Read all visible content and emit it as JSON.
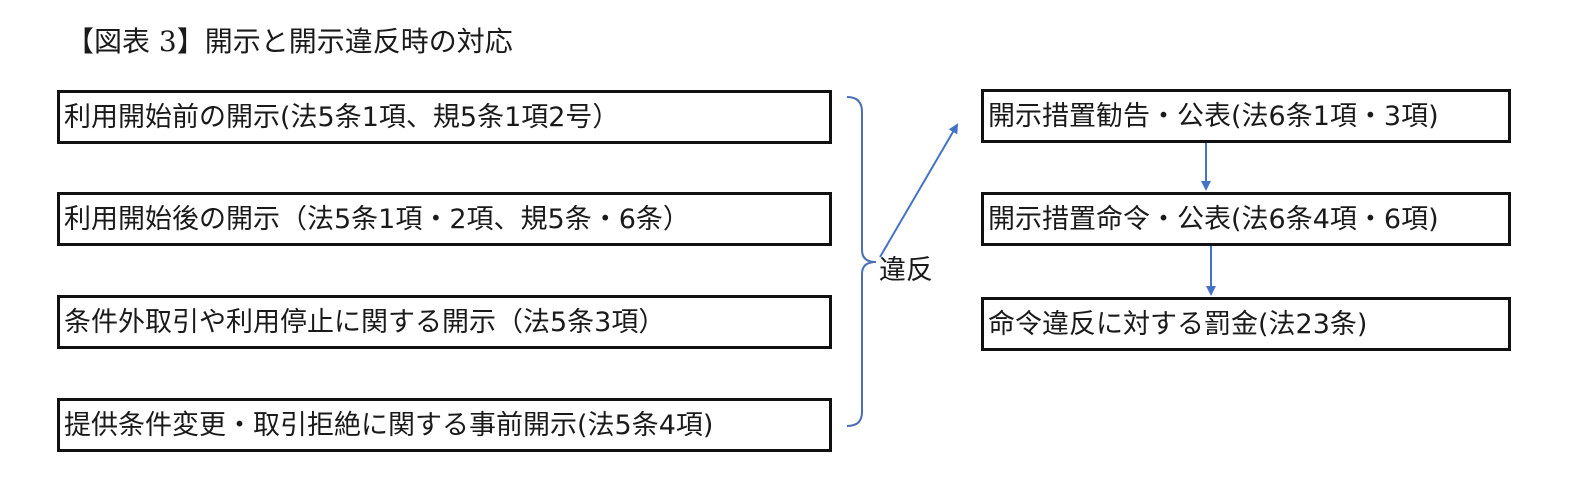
{
  "title": "【図表 3】開示と開示違反時の対応",
  "disclosure_items": [
    "利用開始前の開示(法5条1項、規5条1項2号）",
    "利用開始後の開示（法5条1項・2項、規5条・6条）",
    "条件外取引や利用停止に関する開示（法5条3項）",
    "提供条件変更・取引拒絶に関する事前開示(法5条4項)"
  ],
  "violation_label": "違反",
  "response_steps": [
    "開示措置勧告・公表(法6条1項・3項)",
    "開示措置命令・公表(法6条4項・6項)",
    "命令違反に対する罰金(法23条)"
  ],
  "colors": {
    "box_border": "#111111",
    "text": "#1a1a1a",
    "arrow": "#4472c4",
    "bracket": "#4a6fb5"
  }
}
